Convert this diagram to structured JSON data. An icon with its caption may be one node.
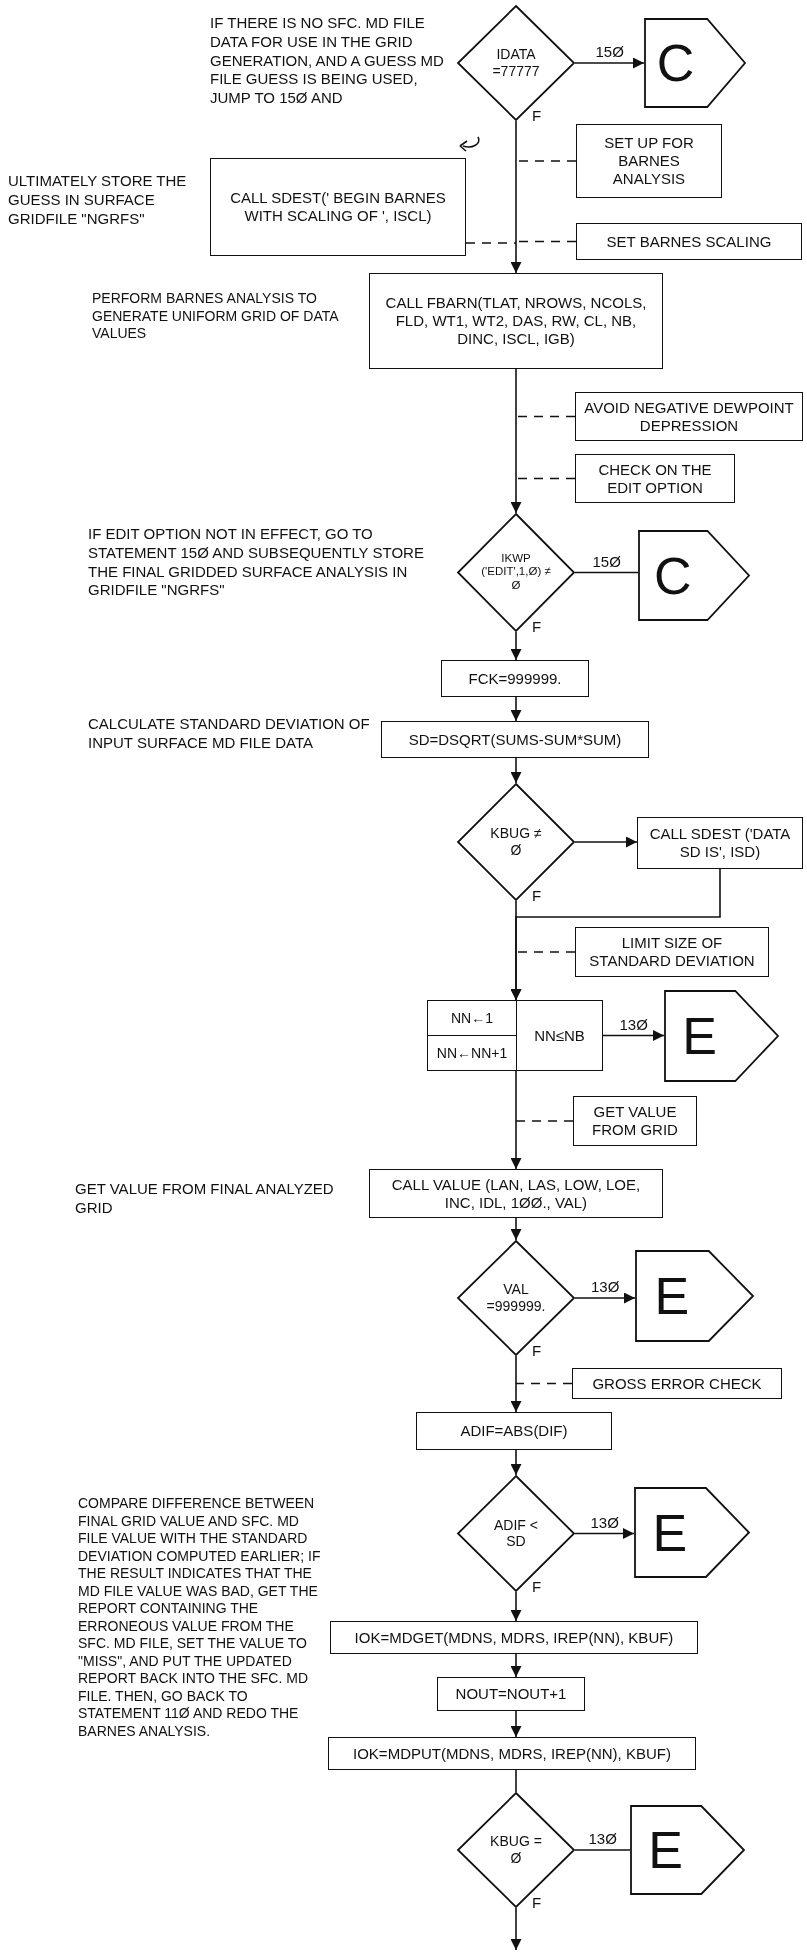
{
  "diagram": {
    "nodes": [
      {
        "text": [
          "IDATA =77777"
        ]
      },
      {
        "text": [
          "C"
        ]
      },
      {
        "text": [
          "SET UP FOR BARNES ANALYSIS"
        ]
      },
      {
        "text": [
          "SET BARNES SCALING"
        ]
      },
      {
        "text": [
          "CALL SDEST(' BEGIN BARNES WITH SCALING OF ', ISCL)"
        ]
      },
      {
        "text": [
          "CALL FBARN(TLAT, NROWS, NCOLS, FLD, WT1, WT2, DAS, RW, CL, NB, DINC, ISCL, IGB)"
        ]
      },
      {
        "text": [
          "AVOID NEGATIVE DEWPOINT DEPRESSION"
        ]
      },
      {
        "text": [
          "CHECK ON THE EDIT OPTION"
        ]
      },
      {
        "text": [
          "IKWP ('EDIT',1,Ø) ≠ Ø"
        ]
      },
      {
        "text": [
          "C"
        ]
      },
      {
        "text": [
          "FCK=999999."
        ]
      },
      {
        "text": [
          "SD=DSQRT(SUMS-SUM*SUM)"
        ]
      },
      {
        "text": [
          "KBUG ≠ Ø"
        ]
      },
      {
        "text": [
          "CALL SDEST ('DATA SD IS', ISD)"
        ]
      },
      {
        "text": [
          "LIMIT SIZE OF STANDARD DEVIATION"
        ]
      },
      {
        "text": [
          "NN←1",
          "NN←NN+1",
          "NN≤NB"
        ]
      },
      {
        "text": [
          "E"
        ]
      },
      {
        "text": [
          "GET VALUE FROM GRID"
        ]
      },
      {
        "text": [
          "CALL VALUE (LAN, LAS, LOW, LOE, INC, IDL, 1ØØ., VAL)"
        ]
      },
      {
        "text": [
          "VAL =999999."
        ]
      },
      {
        "text": [
          "E"
        ]
      },
      {
        "text": [
          "GROSS ERROR CHECK"
        ]
      },
      {
        "text": [
          "ADIF=ABS(DIF)"
        ]
      },
      {
        "text": [
          "ADIF < SD"
        ]
      },
      {
        "text": [
          "E"
        ]
      },
      {
        "text": [
          "IOK=MDGET(MDNS, MDRS, IREP(NN), KBUF)"
        ]
      },
      {
        "text": [
          "NOUT=NOUT+1"
        ]
      },
      {
        "text": [
          "IOK=MDPUT(MDNS, MDRS, IREP(NN), KBUF)"
        ]
      },
      {
        "text": [
          "KBUG = Ø"
        ]
      },
      {
        "text": [
          "E"
        ]
      }
    ],
    "edges": [
      {
        "from": 0,
        "to": 1,
        "label": "15Ø",
        "arrow": "to"
      },
      {
        "from": 0,
        "to": 5,
        "label": "F",
        "arrow": "to"
      },
      {
        "from": 2,
        "to": null,
        "arrow": "none",
        "style": "dashed"
      },
      {
        "from": 3,
        "to": null,
        "arrow": "none",
        "style": "dashed"
      },
      {
        "from": 4,
        "to": null,
        "arrow": "none",
        "style": "dashed"
      },
      {
        "from": 5,
        "to": 8,
        "arrow": "to"
      },
      {
        "from": 6,
        "to": null,
        "arrow": "none",
        "style": "dashed"
      },
      {
        "from": 7,
        "to": null,
        "arrow": "none",
        "style": "dashed"
      },
      {
        "from": 8,
        "to": 9,
        "label": "15Ø",
        "arrow": "none"
      },
      {
        "from": 8,
        "to": 10,
        "label": "F",
        "arrow": "to"
      },
      {
        "from": 10,
        "to": 11,
        "arrow": "to"
      },
      {
        "from": 11,
        "to": 12,
        "arrow": "to"
      },
      {
        "from": 12,
        "to": 13,
        "arrow": "to"
      },
      {
        "from": 12,
        "to": 15,
        "label": "F",
        "arrow": "to"
      },
      {
        "from": 13,
        "to": 15,
        "arrow": "to"
      },
      {
        "from": 14,
        "to": null,
        "arrow": "none",
        "style": "dashed"
      },
      {
        "from": 15,
        "to": 16,
        "label": "13Ø",
        "arrow": "to"
      },
      {
        "from": 15,
        "to": 18,
        "arrow": "to"
      },
      {
        "from": 17,
        "to": null,
        "arrow": "none",
        "style": "dashed"
      },
      {
        "from": 18,
        "to": 19,
        "arrow": "to"
      },
      {
        "from": 19,
        "to": 20,
        "label": "13Ø",
        "arrow": "to"
      },
      {
        "from": 19,
        "to": 22,
        "label": "F",
        "arrow": "to"
      },
      {
        "from": 21,
        "to": null,
        "arrow": "none",
        "style": "dashed"
      },
      {
        "from": 22,
        "to": 23,
        "arrow": "to"
      },
      {
        "from": 23,
        "to": 24,
        "label": "13Ø",
        "arrow": "to"
      },
      {
        "from": 23,
        "to": 25,
        "label": "F",
        "arrow": "to"
      },
      {
        "from": 25,
        "to": 26,
        "arrow": "to"
      },
      {
        "from": 26,
        "to": 27,
        "arrow": "to"
      },
      {
        "from": 27,
        "to": 28,
        "arrow": "none"
      },
      {
        "from": 28,
        "to": 29,
        "label": "13Ø",
        "arrow": "none"
      },
      {
        "from": 28,
        "to": null,
        "label": "F",
        "arrow": "to"
      }
    ],
    "labels": [
      "IF THERE IS NO SFC. MD FILE DATA FOR USE IN THE GRID GENERATION, AND A GUESS MD FILE GUESS IS BEING USED, JUMP TO 15Ø AND",
      "ULTIMATELY STORE THE GUESS IN SURFACE GRIDFILE \"NGRFS\"",
      "PERFORM BARNES ANALYSIS TO GENERATE UNIFORM GRID OF DATA VALUES",
      "IF EDIT OPTION NOT IN EFFECT, GO TO STATEMENT 15Ø AND SUBSEQUENTLY STORE THE FINAL GRIDDED SURFACE ANALYSIS IN GRIDFILE \"NGRFS\"",
      "CALCULATE STANDARD DEVIATION OF INPUT SURFACE MD FILE DATA",
      "GET VALUE FROM FINAL ANALYZED GRID",
      "COMPARE DIFFERENCE BETWEEN FINAL GRID VALUE AND SFC. MD FILE VALUE WITH THE STANDARD DEVIATION COMPUTED EARLIER; IF THE RESULT INDICATES THAT THE MD FILE VALUE WAS BAD, GET THE REPORT CONTAINING THE ERRONEOUS VALUE FROM THE SFC. MD FILE, SET THE VALUE TO \"MISS\", AND PUT THE UPDATED REPORT BACK INTO THE SFC. MD FILE. THEN, GO BACK TO STATEMENT 11Ø AND REDO THE BARNES ANALYSIS."
    ]
  }
}
